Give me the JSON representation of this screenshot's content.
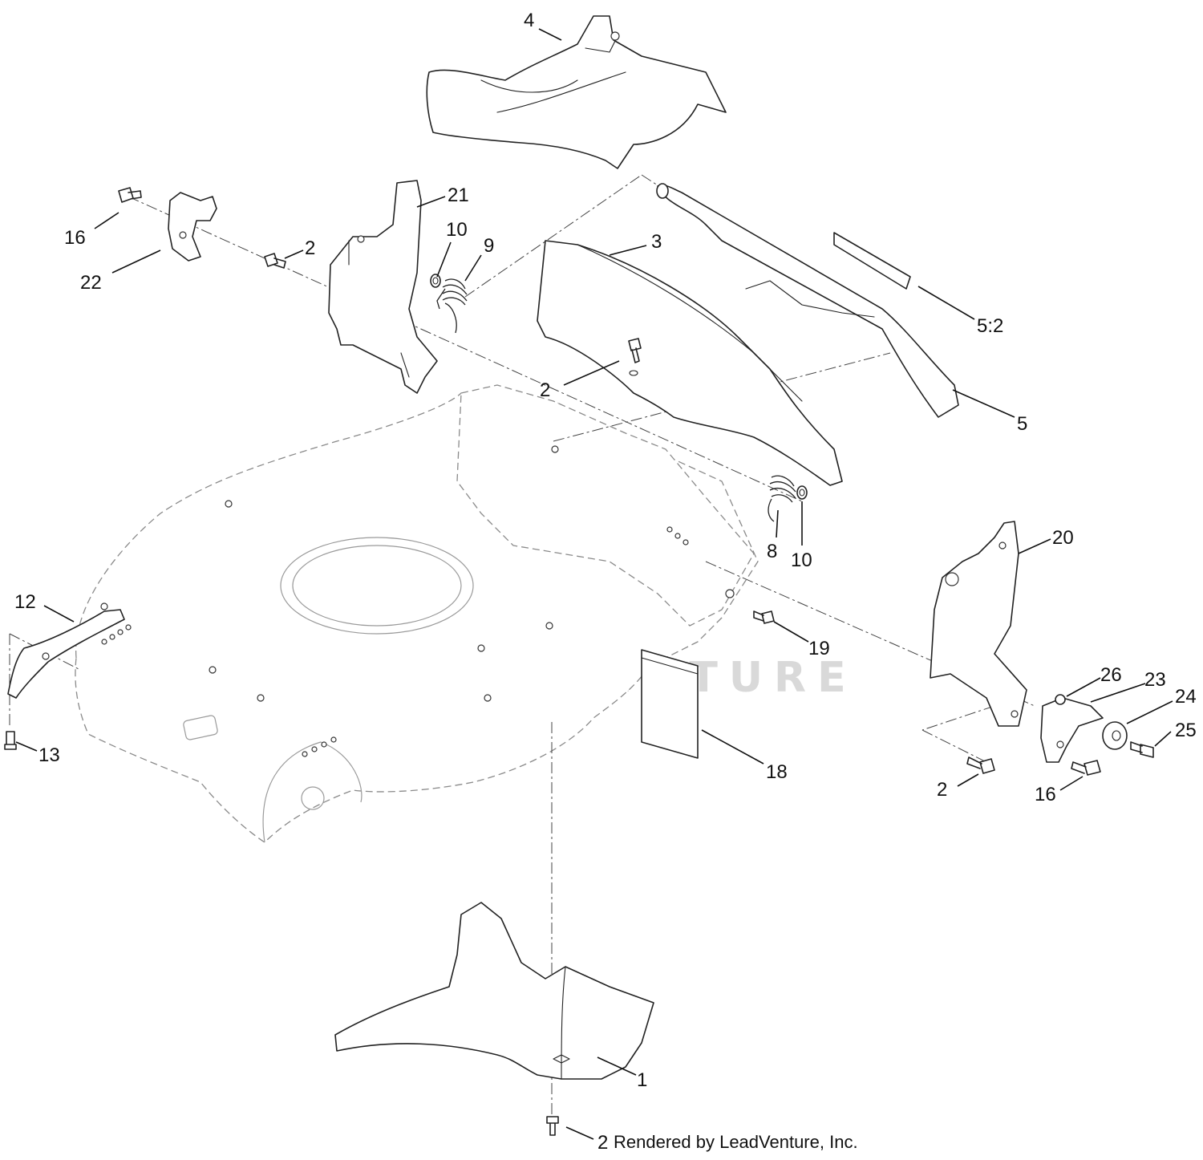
{
  "diagram": {
    "callouts": [
      {
        "id": "c4",
        "text": "4"
      },
      {
        "id": "c21",
        "text": "21"
      },
      {
        "id": "c16a",
        "text": "16"
      },
      {
        "id": "c22",
        "text": "22"
      },
      {
        "id": "c2a",
        "text": "2"
      },
      {
        "id": "c10a",
        "text": "10"
      },
      {
        "id": "c9",
        "text": "9"
      },
      {
        "id": "c3",
        "text": "3"
      },
      {
        "id": "c5-2",
        "text": "5:2"
      },
      {
        "id": "c2b",
        "text": "2"
      },
      {
        "id": "c5",
        "text": "5"
      },
      {
        "id": "c20",
        "text": "20"
      },
      {
        "id": "c8",
        "text": "8"
      },
      {
        "id": "c10b",
        "text": "10"
      },
      {
        "id": "c12",
        "text": "12"
      },
      {
        "id": "c19",
        "text": "19"
      },
      {
        "id": "c26",
        "text": "26"
      },
      {
        "id": "c23",
        "text": "23"
      },
      {
        "id": "c24",
        "text": "24"
      },
      {
        "id": "c25",
        "text": "25"
      },
      {
        "id": "c13",
        "text": "13"
      },
      {
        "id": "c18",
        "text": "18"
      },
      {
        "id": "c2c",
        "text": "2"
      },
      {
        "id": "c16b",
        "text": "16"
      },
      {
        "id": "c1",
        "text": "1"
      },
      {
        "id": "c2d",
        "text": "2"
      }
    ],
    "credit": "Rendered by LeadVenture, Inc.",
    "watermark": "LEADVENTURE"
  }
}
